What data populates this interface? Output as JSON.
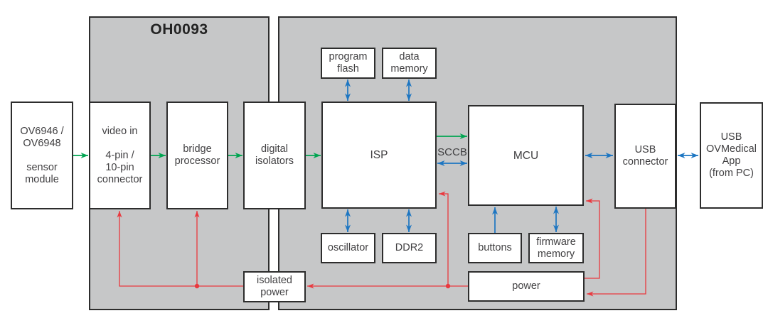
{
  "diagram": {
    "title": "OH0093",
    "bus_label": "SCCB",
    "colors": {
      "panel": "#c6c7c8",
      "line": "#2d2d2d",
      "text": "#414042",
      "green": "#00a551",
      "blue": "#1d76c2",
      "red": "#e9393f"
    },
    "nodes": {
      "sensor_module": "OV6946 /\nOV6948\n\nsensor\nmodule",
      "video_in": "video in\n\n4-pin /\n10-pin\nconnector",
      "bridge_processor": "bridge\nprocessor",
      "digital_isolators": "digital\nisolators",
      "program_flash": "program\nflash",
      "data_memory": "data\nmemory",
      "isp": "ISP",
      "mcu": "MCU",
      "usb_connector": "USB\nconnector",
      "usb_app": "USB\nOVMedical\nApp\n(from PC)",
      "oscillator": "oscillator",
      "ddr2": "DDR2",
      "buttons": "buttons",
      "firmware_memory": "firmware\nmemory",
      "power": "power",
      "isolated_power": "isolated\npower"
    },
    "wire_colors_meaning": {
      "green": "video signal path",
      "blue": "data/control bus",
      "red": "power distribution"
    }
  }
}
